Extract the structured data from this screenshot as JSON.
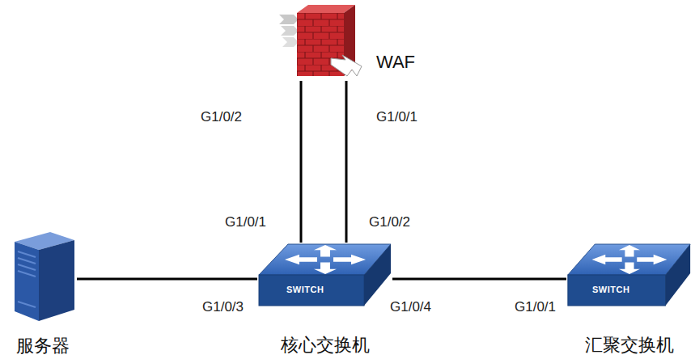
{
  "diagram": {
    "nodes": [
      {
        "text": [
          "WAF"
        ]
      },
      {
        "text": [
          "服务器"
        ]
      },
      {
        "text": [
          "SWITCH",
          "核心交换机"
        ]
      },
      {
        "text": [
          "SWITCH",
          "汇聚交换机"
        ]
      }
    ],
    "edges": [
      {
        "from": 0,
        "to": 2,
        "arrow": "none"
      },
      {
        "from": 0,
        "to": 2,
        "arrow": "none"
      },
      {
        "from": 1,
        "to": 2,
        "arrow": "none"
      },
      {
        "from": 2,
        "to": 3,
        "arrow": "none"
      }
    ],
    "labels": [
      "G1/0/2",
      "G1/0/1",
      "G1/0/1",
      "G1/0/2",
      "G1/0/3",
      "G1/0/4",
      "G1/0/1"
    ]
  }
}
